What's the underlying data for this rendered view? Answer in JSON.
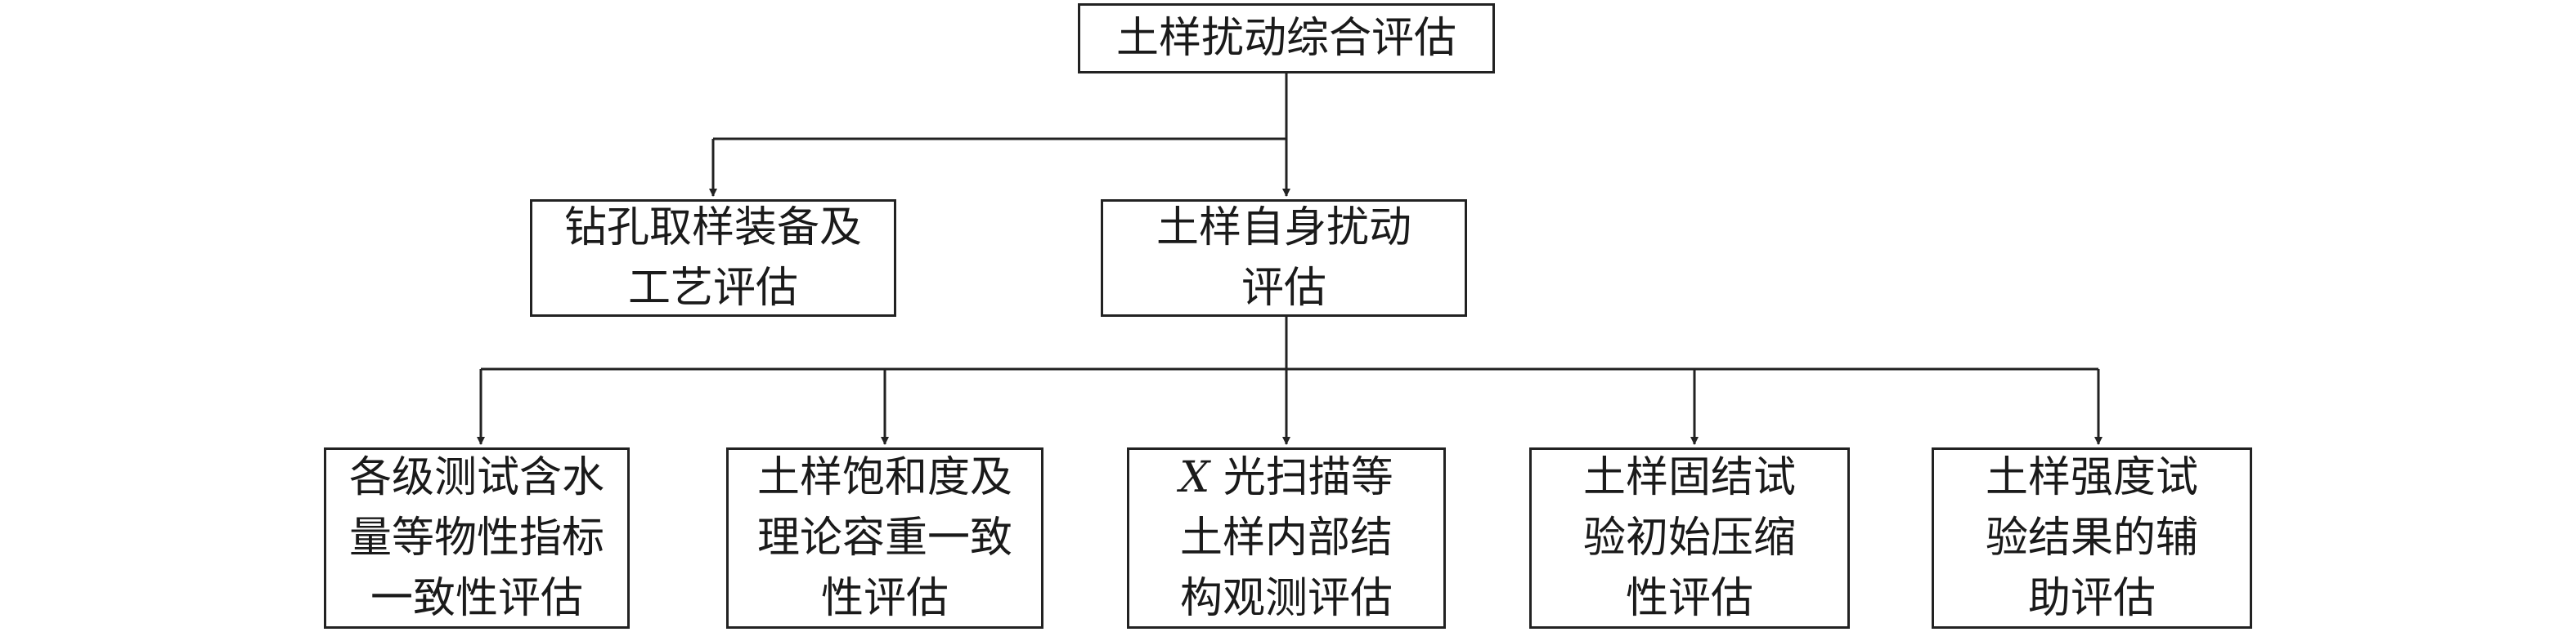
{
  "root": {
    "label": "土样扰动综合评估"
  },
  "level1": [
    {
      "label": "钻孔取样装备及\n工艺评估"
    },
    {
      "label": "土样自身扰动\n评估"
    }
  ],
  "level2": [
    {
      "label": "各级测试含水\n量等物性指标\n一致性评估"
    },
    {
      "label": "土样饱和度及\n理论容重一致\n性评估"
    },
    {
      "label_var": "X",
      "label": "光扫描等\n土样内部结\n构观测评估"
    },
    {
      "label": "土样固结试\n验初始压缩\n性评估"
    },
    {
      "label": "土样强度试\n验结果的辅\n助评估"
    }
  ],
  "colors": {
    "line": "#222222",
    "text": "#1a1a1a",
    "background": "#ffffff"
  }
}
